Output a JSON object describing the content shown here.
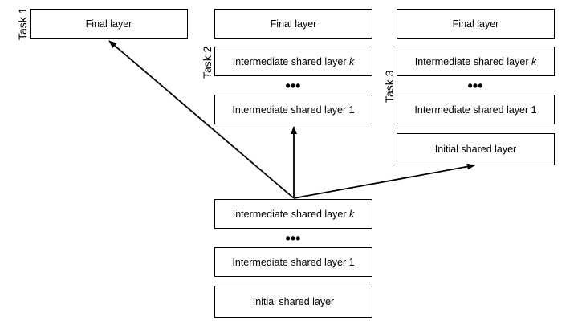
{
  "task1": {
    "label": "Task 1",
    "final": "Final layer"
  },
  "task2": {
    "label": "Task 2",
    "final": "Final layer",
    "intermediate_k_prefix": "Intermediate shared layer ",
    "intermediate_k_var": "k",
    "dots": "•••",
    "intermediate_1": "Intermediate shared layer 1"
  },
  "task3": {
    "label": "Task 3",
    "final": "Final layer",
    "intermediate_k_prefix": "Intermediate shared layer ",
    "intermediate_k_var": "k",
    "dots": "•••",
    "intermediate_1": "Intermediate shared layer 1",
    "initial": "Initial shared layer"
  },
  "shared": {
    "intermediate_k_prefix": "Intermediate shared layer ",
    "intermediate_k_var": "k",
    "dots": "•••",
    "intermediate_1": "Intermediate shared layer 1",
    "initial": "Initial shared layer"
  }
}
